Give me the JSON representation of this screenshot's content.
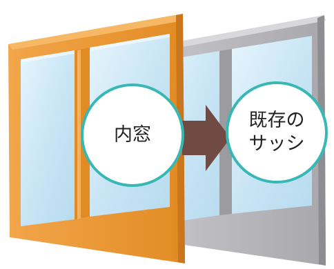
{
  "labels": {
    "inner_window": "内窓",
    "existing_sash_line1": "既存の",
    "existing_sash_line2": "サッシ"
  },
  "colors": {
    "inner_frame": "#ee9a34",
    "inner_frame_dark": "#c9761c",
    "existing_frame": "#b4b4b8",
    "existing_frame_dark": "#8e8e92",
    "glass": "#cfe8f6",
    "arrow": "#6f4b43",
    "bubble_border": "#37b8b4"
  },
  "icons": {
    "arrow": "right-arrow-icon"
  }
}
